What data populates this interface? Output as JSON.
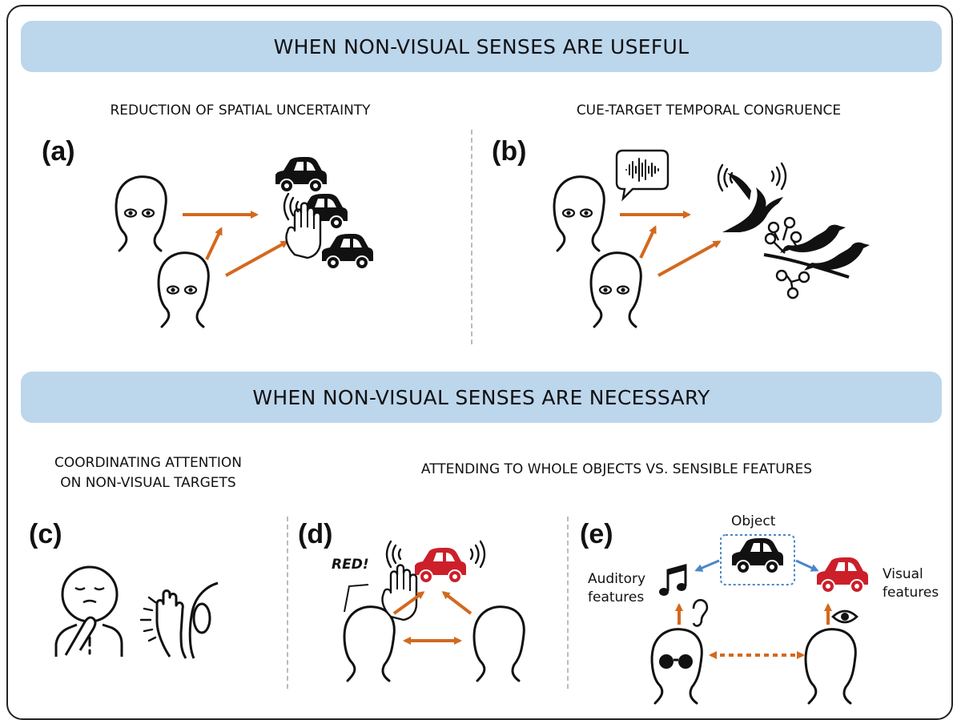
{
  "banners": {
    "useful": "WHEN NON-VISUAL SENSES ARE USEFUL",
    "necessary": "WHEN NON-VISUAL SENSES ARE NECESSARY"
  },
  "subtitles": {
    "spatial": "REDUCTION OF SPATIAL UNCERTAINTY",
    "temporal": "CUE-TARGET TEMPORAL CONGRUENCE",
    "coordinating_line1": "COORDINATING ATTENTION",
    "coordinating_line2": "ON NON-VISUAL TARGETS",
    "attending": "ATTENDING TO WHOLE OBJECTS VS. SENSIBLE FEATURES"
  },
  "panel_labels": {
    "a": "(a)",
    "b": "(b)",
    "c": "(c)",
    "d": "(d)",
    "e": "(e)"
  },
  "annotations": {
    "red_speech": "RED!",
    "object": "Object",
    "auditory_line1": "Auditory",
    "auditory_line2": "features",
    "visual_line1": "Visual",
    "visual_line2": "features"
  },
  "colors": {
    "banner": "#bcd6ec",
    "arrow": "#d2691e",
    "red_car": "#cc1f2a",
    "blue_arrow": "#4a86c8",
    "divider": "#bbbbbb"
  },
  "icons": [
    "head-icon",
    "car-icon",
    "hand-icon",
    "sound-wave-icon",
    "bird-icon",
    "speech-bubble-icon",
    "music-note-icon",
    "ear-icon",
    "eye-icon",
    "sunglasses-icon"
  ]
}
